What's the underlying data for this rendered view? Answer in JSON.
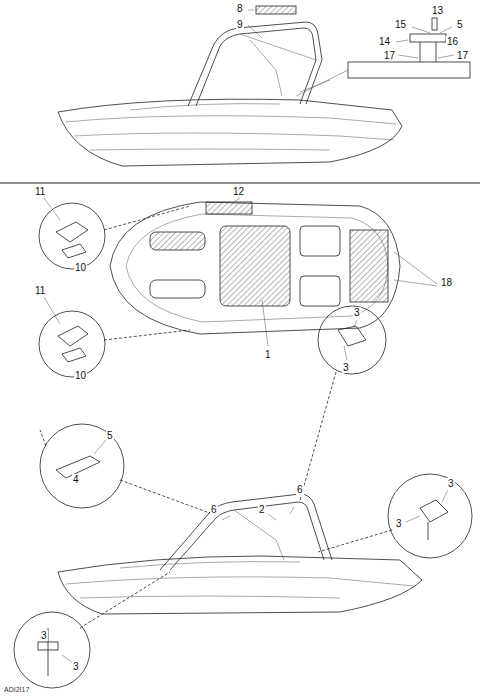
{
  "diagram": {
    "labels": [
      "8",
      "13",
      "9",
      "15",
      "5",
      "14",
      "16",
      "17",
      "17",
      "11",
      "12",
      "10",
      "18",
      "11",
      "3",
      "1",
      "10",
      "3",
      "5",
      "4",
      "2",
      "6",
      "6",
      "3",
      "3",
      "3",
      "3",
      "ADI2I17"
    ]
  }
}
